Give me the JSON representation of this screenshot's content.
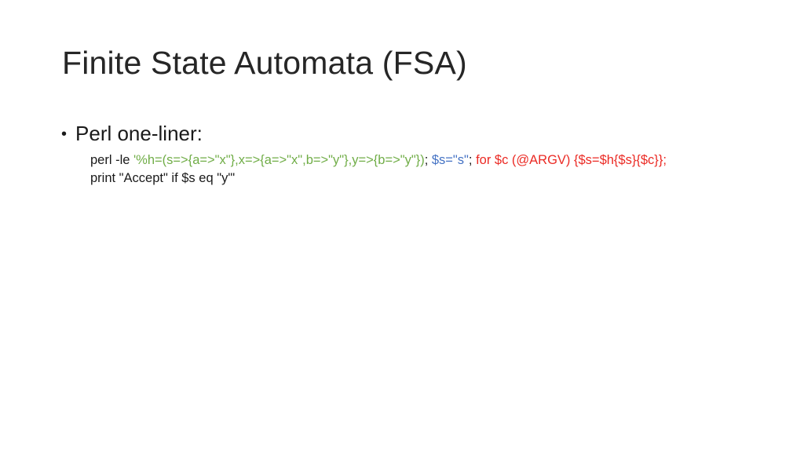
{
  "slide": {
    "title": "Finite State Automata (FSA)",
    "bullet": "Perl one-liner:",
    "bullet_glyph": "•"
  },
  "code": {
    "line1_segments": [
      {
        "text": "perl -le ",
        "color": "black"
      },
      {
        "text": "'%h=(s=>{a=>\"x\"},x=>{a=>\"x\",b=>\"y\"},y=>{b=>\"y\"})",
        "color": "green"
      },
      {
        "text": "; ",
        "color": "black"
      },
      {
        "text": "$s=\"s\"",
        "color": "blue"
      },
      {
        "text": "; ",
        "color": "black"
      },
      {
        "text": "for $c (@ARGV) {$s=$h{$s}{$c}};",
        "color": "red"
      }
    ],
    "line2_segments": [
      {
        "text": "print \"Accept\" if $s eq \"y\"'",
        "color": "black"
      }
    ]
  },
  "colors": {
    "black": "#1a1a1a",
    "green": "#70AD47",
    "blue": "#4472C4",
    "red": "#EB2A24",
    "title": "#262626"
  }
}
